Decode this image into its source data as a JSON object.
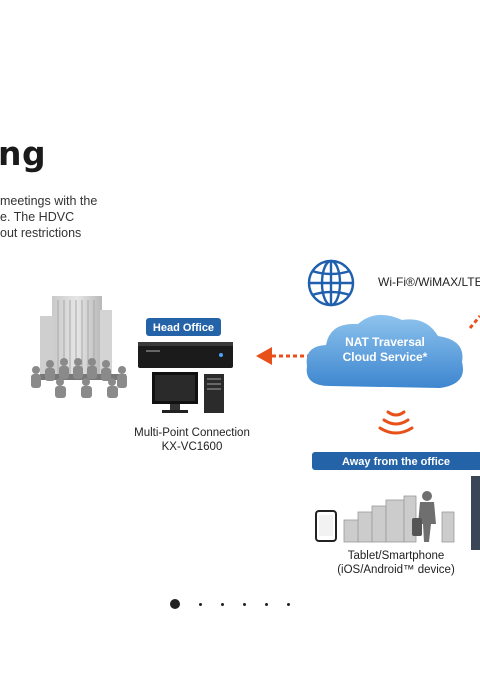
{
  "section": {
    "heading": "ng",
    "intro_lines": [
      "meetings with the",
      "e. The HDVC",
      "out restrictions"
    ]
  },
  "diagram": {
    "head_office_badge": "Head Office",
    "multipoint_line1": "Multi-Point Connection",
    "multipoint_line2": "KX-VC1600",
    "wifi_label": "Wi-Fi®/WiMAX/LTE",
    "cloud_line1": "NAT Traversal",
    "cloud_line2": "Cloud Service*",
    "away_badge": "Away from the office",
    "device_line1": "Tablet/Smartphone",
    "device_line2": "(iOS/Android™ device)"
  },
  "carousel": {
    "slide_count": 6,
    "active_index": 0
  },
  "colors": {
    "badge_blue": "#2563a8",
    "arrow_orange": "#e8501a",
    "cloud_blue": "#5aa0de",
    "globe_blue": "#1f5fae"
  }
}
